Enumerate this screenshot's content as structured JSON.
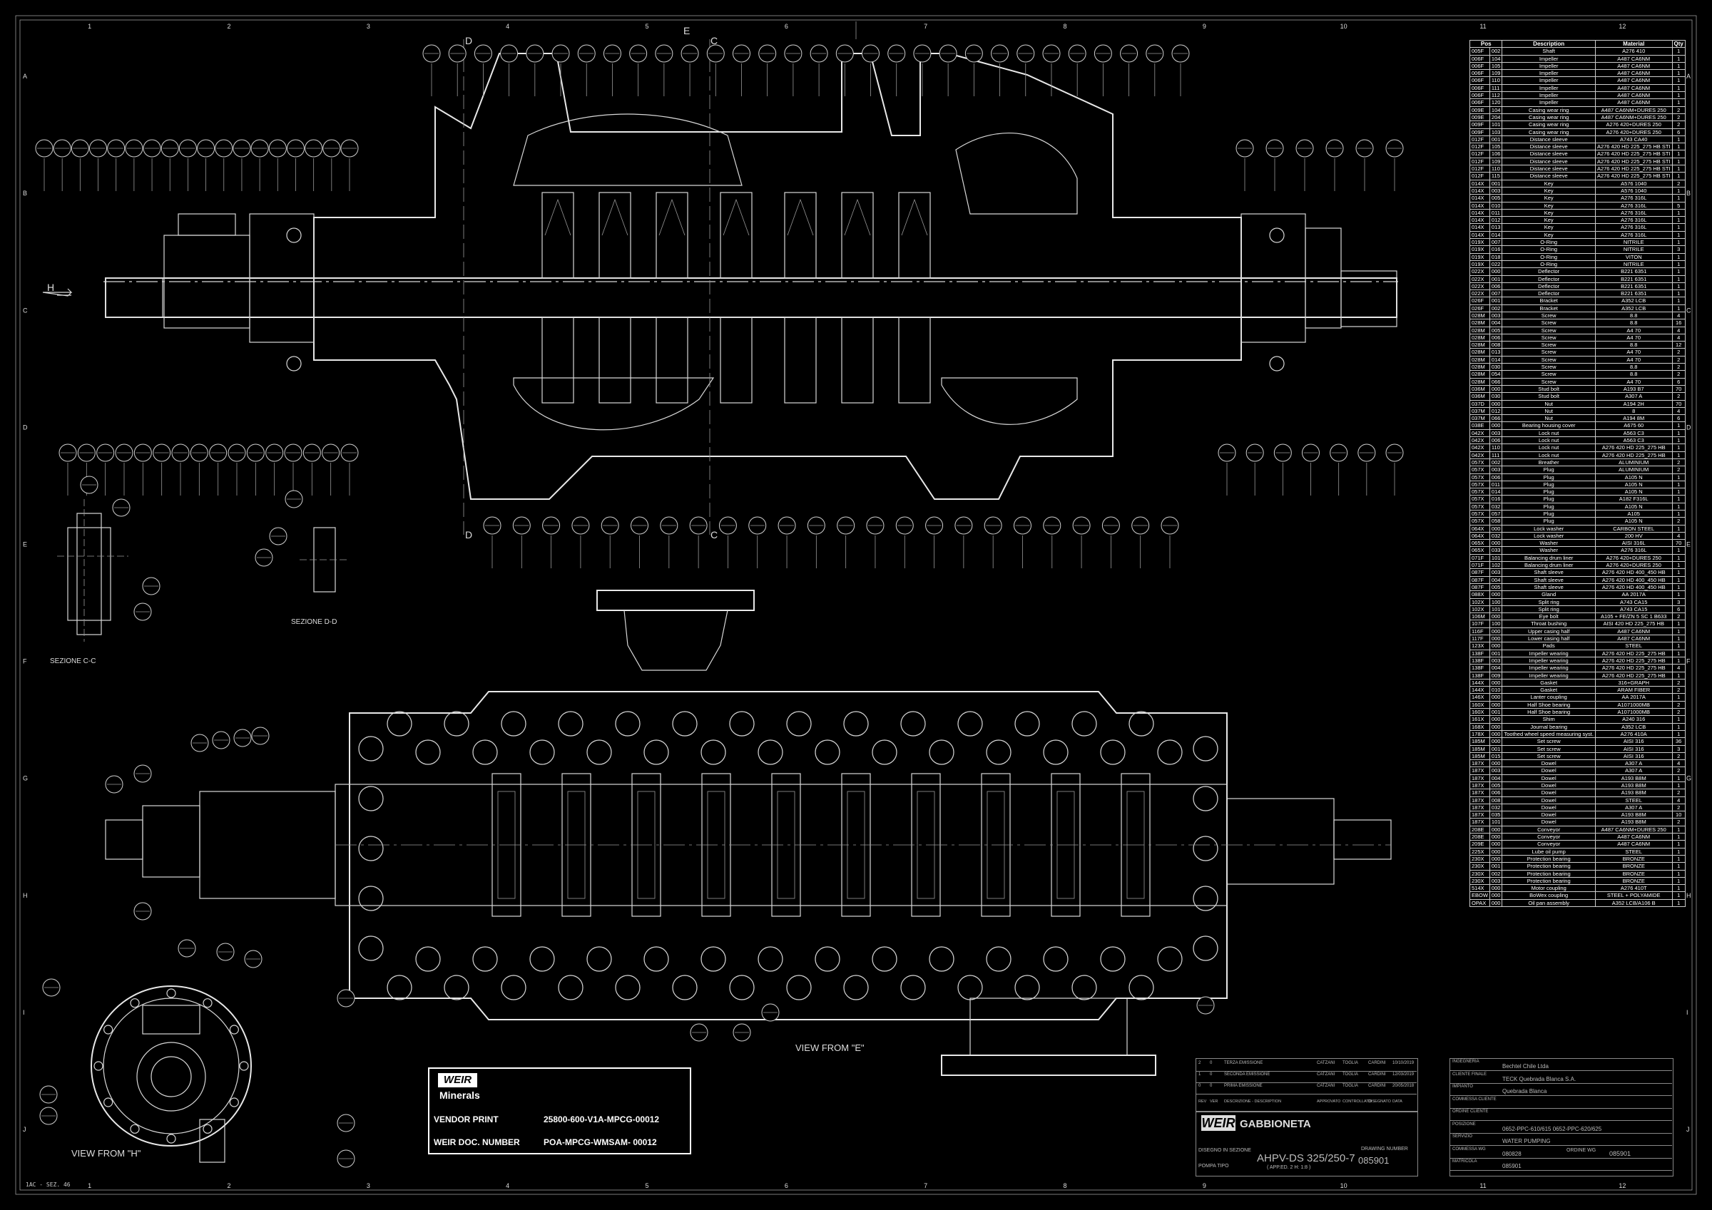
{
  "header_letters": [
    "C",
    "D",
    "E",
    "C",
    "D"
  ],
  "frame": {
    "cols": [
      "1",
      "2",
      "3",
      "4",
      "5",
      "6",
      "7",
      "8",
      "9",
      "10",
      "11",
      "12"
    ],
    "rows": [
      "A",
      "B",
      "C",
      "D",
      "E",
      "F",
      "G",
      "H",
      "I",
      "J"
    ]
  },
  "view_labels": {
    "section_cc": "SEZIONE C-C",
    "section_dd": "SEZIONE D-D",
    "view_e": "VIEW FROM \"E\"",
    "view_h": "VIEW FROM \"H\"",
    "arrow_h": "H"
  },
  "parts_table": {
    "headers": [
      "Pos",
      "",
      "Description",
      "Material",
      "Qty"
    ],
    "rows": [
      [
        "005F",
        "002",
        "Shaft",
        "A276 410",
        "1"
      ],
      [
        "006F",
        "104",
        "Impeller",
        "A487 CA6NM",
        "1"
      ],
      [
        "006F",
        "105",
        "Impeller",
        "A487 CA6NM",
        "1"
      ],
      [
        "006F",
        "109",
        "Impeller",
        "A487 CA6NM",
        "1"
      ],
      [
        "006F",
        "110",
        "Impeller",
        "A487 CA6NM",
        "1"
      ],
      [
        "006F",
        "111",
        "Impeller",
        "A487 CA6NM",
        "1"
      ],
      [
        "006F",
        "112",
        "Impeller",
        "A487 CA6NM",
        "1"
      ],
      [
        "006F",
        "120",
        "Impeller",
        "A487 CA6NM",
        "1"
      ],
      [
        "009E",
        "104",
        "Casing wear ring",
        "A487 CA6NM+DURES 250",
        "2"
      ],
      [
        "009E",
        "204",
        "Casing wear ring",
        "A487 CA6NM+DURES 250",
        "2"
      ],
      [
        "009F",
        "101",
        "Casing wear ring",
        "A276 420+DURES 250",
        "2"
      ],
      [
        "009F",
        "103",
        "Casing wear ring",
        "A276 420+DURES 250",
        "6"
      ],
      [
        "012F",
        "001",
        "Distance sleeve",
        "A743 CA40",
        "1"
      ],
      [
        "012F",
        "105",
        "Distance sleeve",
        "A276 420 HD 225_275 HB STI",
        "1"
      ],
      [
        "012F",
        "106",
        "Distance sleeve",
        "A276 420 HD 225_275 HB STI",
        "1"
      ],
      [
        "012F",
        "109",
        "Distance sleeve",
        "A276 420 HD 225_275 HB STI",
        "1"
      ],
      [
        "012F",
        "110",
        "Distance sleeve",
        "A276 420 HD 225_275 HB STI",
        "1"
      ],
      [
        "012F",
        "115",
        "Distance sleeve",
        "A276 420 HD 225_275 HB STI",
        "1"
      ],
      [
        "014X",
        "001",
        "Key",
        "A576 1040",
        "2"
      ],
      [
        "014X",
        "003",
        "Key",
        "A576 1040",
        "1"
      ],
      [
        "014X",
        "005",
        "Key",
        "A276 316L",
        "1"
      ],
      [
        "014X",
        "010",
        "Key",
        "A276 316L",
        "5"
      ],
      [
        "014X",
        "011",
        "Key",
        "A276 316L",
        "1"
      ],
      [
        "014X",
        "012",
        "Key",
        "A276 316L",
        "1"
      ],
      [
        "014X",
        "013",
        "Key",
        "A276 316L",
        "1"
      ],
      [
        "014X",
        "014",
        "Key",
        "A276 316L",
        "1"
      ],
      [
        "019X",
        "007",
        "O-Ring",
        "NITRILE",
        "1"
      ],
      [
        "019X",
        "016",
        "O-Ring",
        "NITRILE",
        "3"
      ],
      [
        "019X",
        "018",
        "O-Ring",
        "VITON",
        "1"
      ],
      [
        "019X",
        "022",
        "O-Ring",
        "NITRILE",
        "1"
      ],
      [
        "022X",
        "000",
        "Deflector",
        "B221 6351",
        "1"
      ],
      [
        "022X",
        "001",
        "Deflector",
        "B221 6351",
        "1"
      ],
      [
        "022X",
        "006",
        "Deflector",
        "B221 6351",
        "1"
      ],
      [
        "022X",
        "007",
        "Deflector",
        "B221 6351",
        "1"
      ],
      [
        "026F",
        "001",
        "Bracket",
        "A352 LCB",
        "1"
      ],
      [
        "026F",
        "002",
        "Bracket",
        "A352 LCB",
        "1"
      ],
      [
        "028M",
        "003",
        "Screw",
        "8.8",
        "4"
      ],
      [
        "028M",
        "004",
        "Screw",
        "8.8",
        "16"
      ],
      [
        "028M",
        "005",
        "Screw",
        "A4 70",
        "4"
      ],
      [
        "028M",
        "006",
        "Screw",
        "A4 70",
        "4"
      ],
      [
        "028M",
        "008",
        "Screw",
        "8.8",
        "12"
      ],
      [
        "028M",
        "013",
        "Screw",
        "A4 70",
        "2"
      ],
      [
        "028M",
        "014",
        "Screw",
        "A4 70",
        "2"
      ],
      [
        "028M",
        "030",
        "Screw",
        "8.8",
        "2"
      ],
      [
        "028M",
        "054",
        "Screw",
        "8.8",
        "2"
      ],
      [
        "028M",
        "066",
        "Screw",
        "A4 70",
        "6"
      ],
      [
        "036M",
        "000",
        "Stud bolt",
        "A193 B7",
        "70"
      ],
      [
        "036M",
        "030",
        "Stud bolt",
        "A307 A",
        "2"
      ],
      [
        "037D",
        "000",
        "Nut",
        "A194 2H",
        "70"
      ],
      [
        "037M",
        "012",
        "Nut",
        "8",
        "4"
      ],
      [
        "037M",
        "066",
        "Nut",
        "A194 8M",
        "6"
      ],
      [
        "038E",
        "000",
        "Bearing housing cover",
        "A675 60",
        "1"
      ],
      [
        "042X",
        "003",
        "Lock nut",
        "A563 C3",
        "1"
      ],
      [
        "042X",
        "006",
        "Lock nut",
        "A563 C3",
        "1"
      ],
      [
        "042X",
        "110",
        "Lock nut",
        "A276 420 HD 225_275 HB",
        "1"
      ],
      [
        "042X",
        "111",
        "Lock nut",
        "A276 420 HD 225_275 HB",
        "1"
      ],
      [
        "057X",
        "002",
        "Breather",
        "ALUMINIUM",
        "2"
      ],
      [
        "057X",
        "003",
        "Plug",
        "ALUMINIUM",
        "2"
      ],
      [
        "057X",
        "006",
        "Plug",
        "A105 N",
        "1"
      ],
      [
        "057X",
        "011",
        "Plug",
        "A105 N",
        "1"
      ],
      [
        "057X",
        "014",
        "Plug",
        "A105 N",
        "1"
      ],
      [
        "057X",
        "016",
        "Plug",
        "A182 F316L",
        "1"
      ],
      [
        "057X",
        "032",
        "Plug",
        "A105 N",
        "1"
      ],
      [
        "057X",
        "057",
        "Plug",
        "A105",
        "1"
      ],
      [
        "057X",
        "058",
        "Plug",
        "A105 N",
        "2"
      ],
      [
        "064X",
        "000",
        "Lock washer",
        "CARBON STEEL",
        "1"
      ],
      [
        "064X",
        "032",
        "Lock washer",
        "200 HV",
        "4"
      ],
      [
        "065X",
        "000",
        "Washer",
        "AISI 316L",
        "70"
      ],
      [
        "065X",
        "033",
        "Washer",
        "A276 316L",
        "1"
      ],
      [
        "071F",
        "101",
        "Balancing drum liner",
        "A276 420+DURES 250",
        "1"
      ],
      [
        "071F",
        "102",
        "Balancing drum liner",
        "A276 420+DURES 250",
        "1"
      ],
      [
        "087F",
        "003",
        "Shaft sleeve",
        "A276 420 HD 400_450 HB",
        "1"
      ],
      [
        "087F",
        "004",
        "Shaft sleeve",
        "A276 420 HD 400_450 HB",
        "1"
      ],
      [
        "087F",
        "005",
        "Shaft sleeve",
        "A276 420 HD 400_450 HB",
        "1"
      ],
      [
        "088X",
        "000",
        "Gland",
        "AA 2017A",
        "1"
      ],
      [
        "102X",
        "100",
        "Split ring",
        "A743 CA15",
        "3"
      ],
      [
        "102X",
        "101",
        "Split ring",
        "A743 CA15",
        "6"
      ],
      [
        "106M",
        "000",
        "Eye bolt",
        "A105 + FE/ZN 5 SC 1 B633",
        "2"
      ],
      [
        "107F",
        "100",
        "Throat bushing",
        "AISI 420 HD 225_275 HB",
        "1"
      ],
      [
        "116F",
        "000",
        "Upper casing half",
        "A487 CA6NM",
        "1"
      ],
      [
        "117F",
        "000",
        "Lower casing half",
        "A487 CA6NM",
        "1"
      ],
      [
        "123X",
        "000",
        "Pads",
        "STEEL",
        "1"
      ],
      [
        "138F",
        "001",
        "Impeller wearing",
        "A276 420 HD 225_275 HB",
        "1"
      ],
      [
        "138F",
        "003",
        "Impeller wearing",
        "A276 420 HD 225_275 HB",
        "1"
      ],
      [
        "138F",
        "004",
        "Impeller wearing",
        "A276 420 HD 225_275 HB",
        "4"
      ],
      [
        "138F",
        "009",
        "Impeller wearing",
        "A276 420 HD 225_275 HB",
        "1"
      ],
      [
        "144X",
        "000",
        "Gasket",
        "316+GRAPH",
        "2"
      ],
      [
        "144X",
        "010",
        "Gasket",
        "ARAM FIBER",
        "2"
      ],
      [
        "146X",
        "000",
        "Lanter coupling",
        "AA 2017A",
        "1"
      ],
      [
        "160X",
        "000",
        "Half Shoe bearing",
        "A1071000MB",
        "2"
      ],
      [
        "160X",
        "001",
        "Half Shoe bearing",
        "A1071000MB",
        "2"
      ],
      [
        "161X",
        "000",
        "Shim",
        "A240 316",
        "1"
      ],
      [
        "168X",
        "000",
        "Journal bearing",
        "A352 LCB",
        "1"
      ],
      [
        "178X",
        "000",
        "Toothed wheel speed measuring syst.",
        "A276 410A",
        "1"
      ],
      [
        "185M",
        "000",
        "Set screw",
        "AISI 316",
        "36"
      ],
      [
        "185M",
        "001",
        "Set screw",
        "AISI 316",
        "3"
      ],
      [
        "185M",
        "015",
        "Set screw",
        "AISI 316",
        "2"
      ],
      [
        "187X",
        "000",
        "Dowel",
        "A307 A",
        "4"
      ],
      [
        "187X",
        "003",
        "Dowel",
        "A307 A",
        "2"
      ],
      [
        "187X",
        "004",
        "Dowel",
        "A193 B8M",
        "1"
      ],
      [
        "187X",
        "005",
        "Dowel",
        "A193 B8M",
        "1"
      ],
      [
        "187X",
        "006",
        "Dowel",
        "A193 B8M",
        "2"
      ],
      [
        "187X",
        "008",
        "Dowel",
        "STEEL",
        "4"
      ],
      [
        "187X",
        "032",
        "Dowel",
        "A307 A",
        "2"
      ],
      [
        "187X",
        "035",
        "Dowel",
        "A193 B8M",
        "10"
      ],
      [
        "187X",
        "101",
        "Dowel",
        "A193 B8M",
        "2"
      ],
      [
        "208E",
        "000",
        "Conveyor",
        "A487 CA6NM+DURES 250",
        "1"
      ],
      [
        "208E",
        "000",
        "Conveyor",
        "A487 CA6NM",
        "1"
      ],
      [
        "209E",
        "000",
        "Conveyor",
        "A487 CA6NM",
        "1"
      ],
      [
        "225X",
        "000",
        "Lube oil pump",
        "STEEL",
        "1"
      ],
      [
        "230X",
        "000",
        "Protection bearing",
        "BRONZE",
        "1"
      ],
      [
        "230X",
        "001",
        "Protection bearing",
        "BRONZE",
        "1"
      ],
      [
        "230X",
        "002",
        "Protection bearing",
        "BRONZE",
        "1"
      ],
      [
        "230X",
        "003",
        "Protection bearing",
        "BRONZE",
        "1"
      ],
      [
        "514X",
        "000",
        "Motor coupling",
        "A276 410T",
        "1"
      ],
      [
        "EBOW",
        "000",
        "BoWex coupling",
        "STEEL + POLYAMIDE",
        "1"
      ],
      [
        "OPAX",
        "000",
        "Oil pan assembly",
        "A352 LCB/A106 B",
        "1"
      ]
    ]
  },
  "vendor_box": {
    "logo": "WEIR",
    "brand": "Minerals",
    "vendor_print_label": "VENDOR PRINT",
    "vendor_print_value": "25800-600-V1A-MPCG-00012",
    "weir_doc_label": "WEIR DOC. NUMBER",
    "weir_doc_value": "POA-MPCG-WMSAM- 00012"
  },
  "title_block": {
    "revisions": [
      [
        "2",
        "0",
        "TERZA EMISSIONE",
        "CATZANI",
        "TOGLIA",
        "CARDINI",
        "10/10/2019"
      ],
      [
        "1",
        "0",
        "SECONDA EMISSIONE",
        "CATZANI",
        "TOGLIA",
        "CARDINI",
        "12/03/2019"
      ],
      [
        "0",
        "0",
        "PRIMA EMISSIONE",
        "CATZANI",
        "TOGLIA",
        "CARDINI",
        "20/05/2018"
      ]
    ],
    "rev_header": [
      "REV",
      "VER",
      "DESCRIZIONE - DESCRIPTION",
      "APPROVATO",
      "CONTROLLATO",
      "DISEGNATO",
      "DATA"
    ],
    "company_logo": "WEIR",
    "company_name": "GABBIONETA",
    "drawing_label": "DISEGNO IN SEZIONE",
    "pump_type_label": "POMPA TIPO",
    "pump_type": "AHPV-DS 325/250-7",
    "scale": "( APP.ED. 2  H: 1:8 )",
    "drawing_number_label": "DRAWING NUMBER",
    "drawing_number": "085901",
    "fields": [
      {
        "label": "INGEGNERIA",
        "value": "Bechtel Chile Ltda"
      },
      {
        "label": "CLIENTE FINALE",
        "value": "TECK Quebrada Blanca S.A."
      },
      {
        "label": "IMPIANTO",
        "value": "Quebrada Blanca"
      },
      {
        "label": "COMMESSA CLIENTE",
        "value": ""
      },
      {
        "label": "ORDINE CLIENTE",
        "value": ""
      },
      {
        "label": "POSIZIONE",
        "value": "0652-PPC-610/615  0652-PPC-620/625"
      },
      {
        "label": "SERVIZIO",
        "value": "WATER PUMPING"
      },
      {
        "label": "COMMESSA WG",
        "value": "080828"
      },
      {
        "label": "MATRICOLA",
        "value": "085901"
      }
    ],
    "ordine_wg_label": "ORDINE WG",
    "ordine_wg": "085901"
  },
  "footer_left": "1AC - SEZ. 46"
}
